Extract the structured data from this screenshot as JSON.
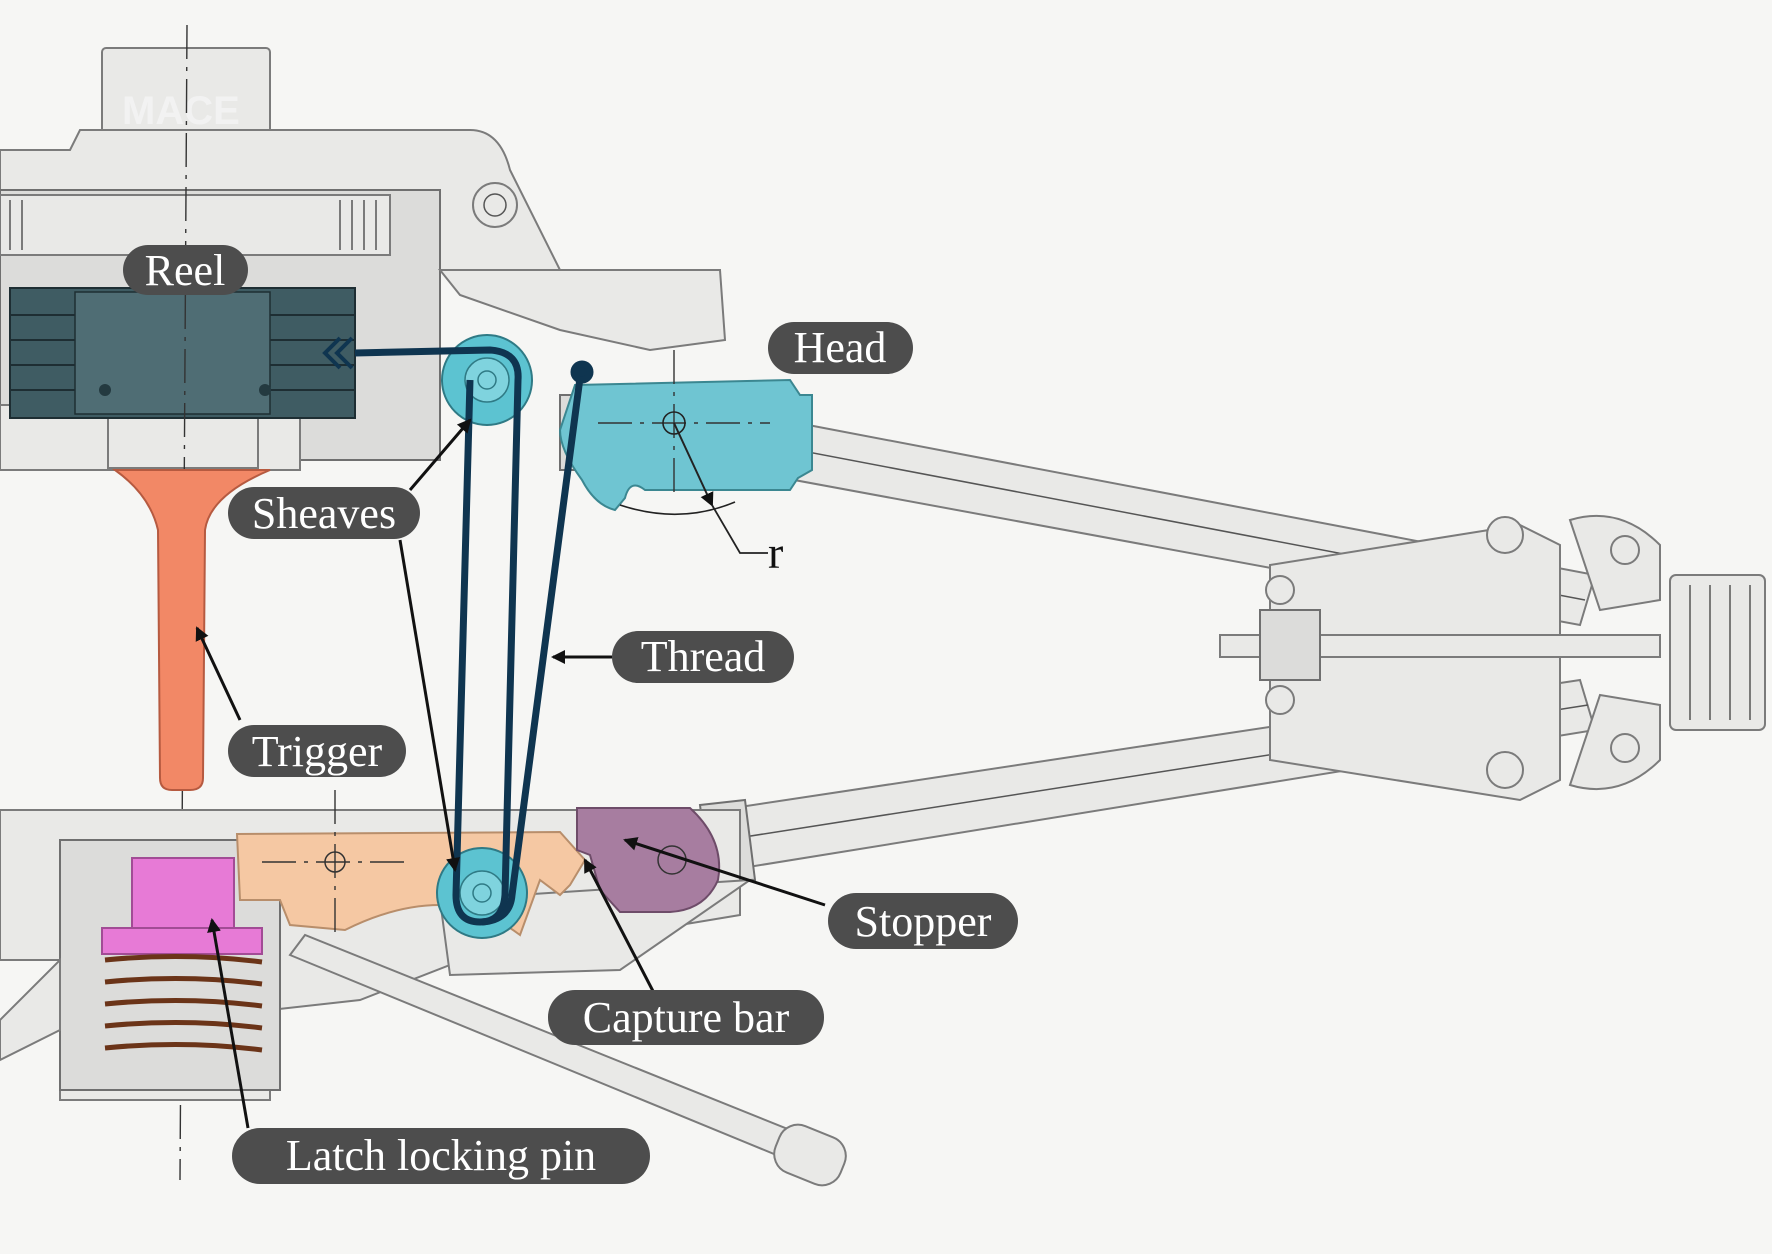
{
  "labels": {
    "reel": "Reel",
    "head": "Head",
    "sheaves": "Sheaves",
    "r": "r",
    "thread": "Thread",
    "trigger": "Trigger",
    "stopper": "Stopper",
    "capture_bar": "Capture bar",
    "latch_locking_pin": "Latch locking pin",
    "watermark": "MACE"
  },
  "colors": {
    "label_pill": "#4d4d4d",
    "label_text": "#ffffff",
    "thread": "#0f3550",
    "sheaves": "#5cc3d1",
    "head": "#6fc5d2",
    "trigger": "#f28866",
    "capture_bar": "#f5c8a3",
    "stopper": "#a77da0",
    "latch_locking_pin": "#e77ad6",
    "spring": "#6b3418",
    "reel": "#3f5c63"
  }
}
